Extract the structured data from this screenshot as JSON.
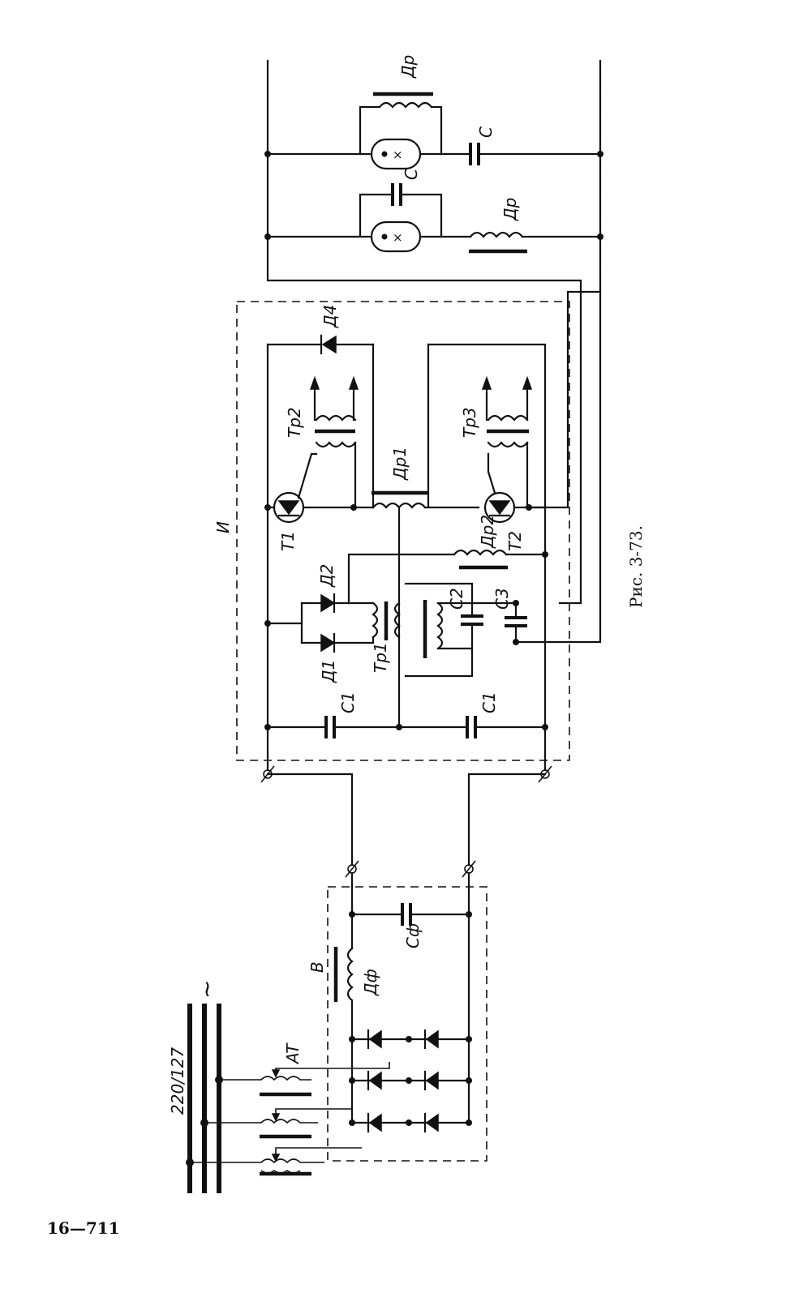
{
  "figure_caption": "Рис. 3-73.",
  "page_number": "16—711",
  "labels": {
    "voltage": "220/127",
    "ac_symbol": "~",
    "autotransformer": "AT",
    "rectifier": "B",
    "inverter": "И",
    "filter_choke": "Дф",
    "filter_choke_sub": "",
    "filter_cap": "Сф",
    "c1_top": "С1",
    "c1_bottom": "С1",
    "d1": "Д1",
    "d2": "Д2",
    "d4": "Д4",
    "tr1": "Тр1",
    "tr2": "Тр2",
    "tr3": "Тр3",
    "t1": "Т1",
    "t2": "Т2",
    "dr1": "Др1",
    "dr2": "Др2",
    "c2": "С2",
    "c3": "С3",
    "lamp_choke_1": "Др",
    "lamp_choke_2": "Др",
    "lamp_cap_1": "С",
    "lamp_cap_2": "С"
  }
}
